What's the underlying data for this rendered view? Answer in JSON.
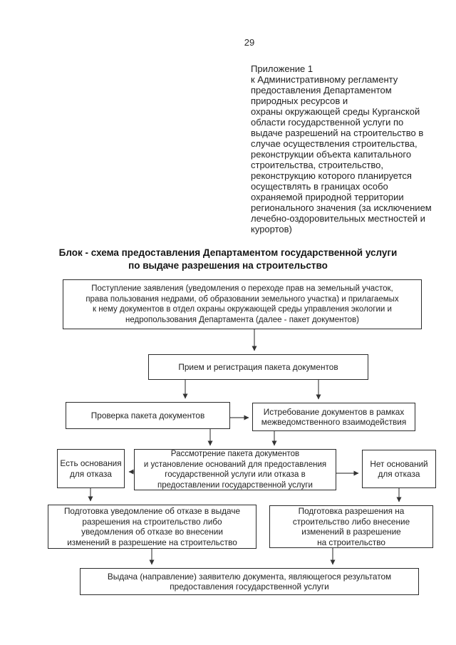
{
  "page": {
    "number": "29"
  },
  "appendix": {
    "text": "Приложение 1\nк Административному регламенту\nпредоставления Департаментом\nприродных ресурсов и\nохраны окружающей среды Курганской\nобласти государственной услуги по\nвыдаче разрешений на строительство в\nслучае осуществления строительства,\nреконструкции объекта капитального\nстроительства, строительство,\nреконструкцию которого планируется\nосуществлять в границах особо\nохраняемой природной территории\nрегионального значения (за исключением\nлечебно-оздоровительных местностей и\nкурортов)"
  },
  "title": "Блок - схема предоставления Департаментом государственной услуги\nпо выдаче разрешения на строительство",
  "flowchart": {
    "boxes": {
      "intake": "Поступление заявления (уведомления о переходе прав на земельный участок,\nправа пользования недрами, об образовании земельного участка) и прилагаемых\nк нему документов в отдел охраны окружающей среды управления экологии и\nнедропользования Департамента (далее - пакет документов)",
      "registration": "Прием и регистрация  пакета документов",
      "check": "Проверка пакета документов",
      "interagency": "Истребование документов в рамках\nмежведомственного взаимодействия",
      "review": "Рассмотрение пакета документов\nи установление оснований для предоставления\nгосударственной услуги или отказа в\nпредоставлении государственной услуги",
      "grounds_refusal": "Есть основания\nдля отказа",
      "no_grounds": "Нет оснований\nдля отказа",
      "prepare_refusal": "Подготовка уведомление об отказе в выдаче\nразрешения на строительство либо\nуведомления об отказе во внесении\nизменений в разрешение на строительство",
      "prepare_permit": "Подготовка разрешения на\nстроительство либо внесение\nизменений в разрешение\nна строительство",
      "issue_result": "Выдача (направление) заявителю документа, являющегося результатом\nпредоставления государственной услуги"
    }
  }
}
